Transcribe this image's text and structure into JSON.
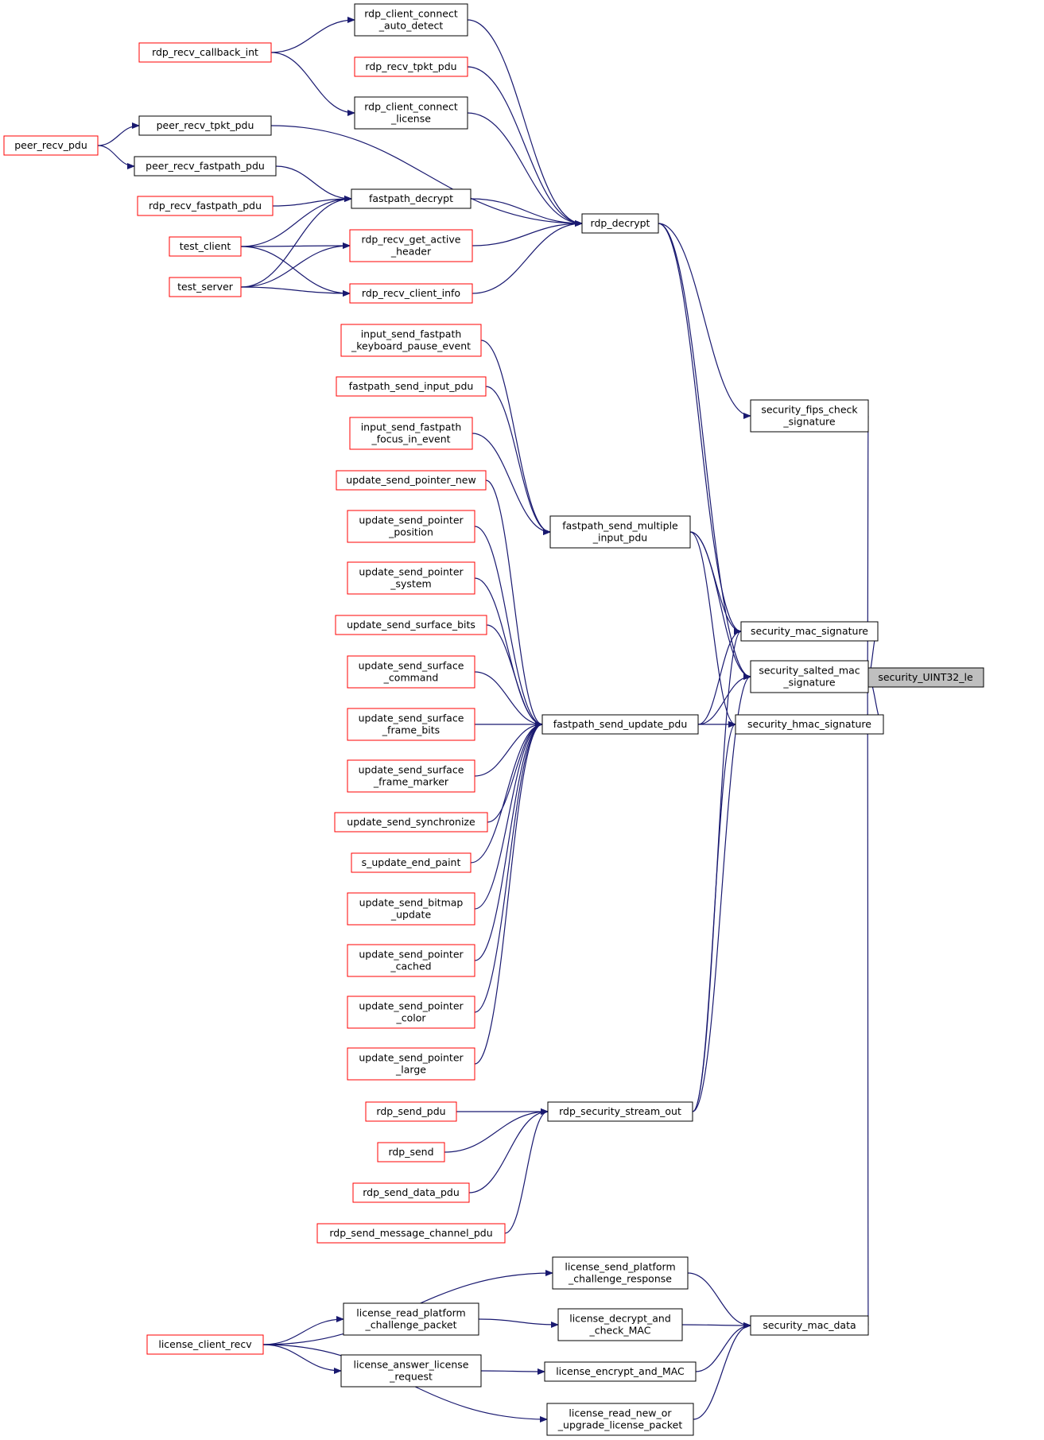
{
  "colors": {
    "edge": "#191970",
    "border_default": "#000000",
    "border_truncated": "#ff0000",
    "highlight_fill": "#bfbfbf",
    "node_fill": "#ffffff"
  },
  "nodes": [
    {
      "id": "uint32",
      "lines": [
        "security_UINT32_le"
      ],
      "style": "highlight"
    },
    {
      "id": "fips",
      "lines": [
        "security_fips_check",
        "_signature"
      ],
      "style": "normal"
    },
    {
      "id": "mac_sig",
      "lines": [
        "security_mac_signature"
      ],
      "style": "normal"
    },
    {
      "id": "salted",
      "lines": [
        "security_salted_mac",
        "_signature"
      ],
      "style": "normal"
    },
    {
      "id": "hmac",
      "lines": [
        "security_hmac_signature"
      ],
      "style": "normal"
    },
    {
      "id": "mac_data",
      "lines": [
        "security_mac_data"
      ],
      "style": "normal"
    },
    {
      "id": "rdp_decrypt",
      "lines": [
        "rdp_decrypt"
      ],
      "style": "normal"
    },
    {
      "id": "fp_multi",
      "lines": [
        "fastpath_send_multiple",
        "_input_pdu"
      ],
      "style": "normal"
    },
    {
      "id": "fp_update",
      "lines": [
        "fastpath_send_update_pdu"
      ],
      "style": "normal"
    },
    {
      "id": "sec_out",
      "lines": [
        "rdp_security_stream_out"
      ],
      "style": "normal"
    },
    {
      "id": "auto_detect",
      "lines": [
        "rdp_client_connect",
        "_auto_detect"
      ],
      "style": "normal"
    },
    {
      "id": "tpkt",
      "lines": [
        "rdp_recv_tpkt_pdu"
      ],
      "style": "trunc"
    },
    {
      "id": "cc_license",
      "lines": [
        "rdp_client_connect",
        "_license"
      ],
      "style": "normal"
    },
    {
      "id": "fp_decrypt",
      "lines": [
        "fastpath_decrypt"
      ],
      "style": "normal"
    },
    {
      "id": "get_active",
      "lines": [
        "rdp_recv_get_active",
        "_header"
      ],
      "style": "trunc"
    },
    {
      "id": "client_info",
      "lines": [
        "rdp_recv_client_info"
      ],
      "style": "trunc"
    },
    {
      "id": "callback_int",
      "lines": [
        "rdp_recv_callback_int"
      ],
      "style": "trunc"
    },
    {
      "id": "peer_tpkt",
      "lines": [
        "peer_recv_tpkt_pdu"
      ],
      "style": "normal"
    },
    {
      "id": "peer_pdu",
      "lines": [
        "peer_recv_pdu"
      ],
      "style": "trunc"
    },
    {
      "id": "peer_fp",
      "lines": [
        "peer_recv_fastpath_pdu"
      ],
      "style": "normal"
    },
    {
      "id": "rdp_fp",
      "lines": [
        "rdp_recv_fastpath_pdu"
      ],
      "style": "trunc"
    },
    {
      "id": "test_client",
      "lines": [
        "test_client"
      ],
      "style": "trunc"
    },
    {
      "id": "test_server",
      "lines": [
        "test_server"
      ],
      "style": "trunc"
    },
    {
      "id": "kbd_pause",
      "lines": [
        "input_send_fastpath",
        "_keyboard_pause_event"
      ],
      "style": "trunc"
    },
    {
      "id": "fp_input",
      "lines": [
        "fastpath_send_input_pdu"
      ],
      "style": "trunc"
    },
    {
      "id": "focus_in",
      "lines": [
        "input_send_fastpath",
        "_focus_in_event"
      ],
      "style": "trunc"
    },
    {
      "id": "ptr_new",
      "lines": [
        "update_send_pointer_new"
      ],
      "style": "trunc"
    },
    {
      "id": "ptr_pos",
      "lines": [
        "update_send_pointer",
        "_position"
      ],
      "style": "trunc"
    },
    {
      "id": "ptr_sys",
      "lines": [
        "update_send_pointer",
        "_system"
      ],
      "style": "trunc"
    },
    {
      "id": "surf_bits",
      "lines": [
        "update_send_surface_bits"
      ],
      "style": "trunc"
    },
    {
      "id": "surf_cmd",
      "lines": [
        "update_send_surface",
        "_command"
      ],
      "style": "trunc"
    },
    {
      "id": "surf_frame",
      "lines": [
        "update_send_surface",
        "_frame_bits"
      ],
      "style": "trunc"
    },
    {
      "id": "surf_marker",
      "lines": [
        "update_send_surface",
        "_frame_marker"
      ],
      "style": "trunc"
    },
    {
      "id": "sync",
      "lines": [
        "update_send_synchronize"
      ],
      "style": "trunc"
    },
    {
      "id": "end_paint",
      "lines": [
        "s_update_end_paint"
      ],
      "style": "trunc"
    },
    {
      "id": "bitmap",
      "lines": [
        "update_send_bitmap",
        "_update"
      ],
      "style": "trunc"
    },
    {
      "id": "ptr_cached",
      "lines": [
        "update_send_pointer",
        "_cached"
      ],
      "style": "trunc"
    },
    {
      "id": "ptr_color",
      "lines": [
        "update_send_pointer",
        "_color"
      ],
      "style": "trunc"
    },
    {
      "id": "ptr_large",
      "lines": [
        "update_send_pointer",
        "_large"
      ],
      "style": "trunc"
    },
    {
      "id": "send_pdu",
      "lines": [
        "rdp_send_pdu"
      ],
      "style": "trunc"
    },
    {
      "id": "rdp_send",
      "lines": [
        "rdp_send"
      ],
      "style": "trunc"
    },
    {
      "id": "send_data",
      "lines": [
        "rdp_send_data_pdu"
      ],
      "style": "trunc"
    },
    {
      "id": "send_msg",
      "lines": [
        "rdp_send_message_channel_pdu"
      ],
      "style": "trunc"
    },
    {
      "id": "lic_platform_resp",
      "lines": [
        "license_send_platform",
        "_challenge_response"
      ],
      "style": "normal"
    },
    {
      "id": "lic_decrypt",
      "lines": [
        "license_decrypt_and",
        "_check_MAC"
      ],
      "style": "normal"
    },
    {
      "id": "lic_encrypt",
      "lines": [
        "license_encrypt_and_MAC"
      ],
      "style": "normal"
    },
    {
      "id": "lic_new",
      "lines": [
        "license_read_new_or",
        "_upgrade_license_packet"
      ],
      "style": "normal"
    },
    {
      "id": "lic_read_platform",
      "lines": [
        "license_read_platform",
        "_challenge_packet"
      ],
      "style": "normal"
    },
    {
      "id": "lic_answer",
      "lines": [
        "license_answer_license",
        "_request"
      ],
      "style": "normal"
    },
    {
      "id": "lic_client_recv",
      "lines": [
        "license_client_recv"
      ],
      "style": "trunc"
    }
  ],
  "edges": [
    [
      "fips",
      "uint32"
    ],
    [
      "mac_sig",
      "uint32"
    ],
    [
      "salted",
      "uint32"
    ],
    [
      "hmac",
      "uint32"
    ],
    [
      "mac_data",
      "uint32"
    ],
    [
      "rdp_decrypt",
      "fips"
    ],
    [
      "rdp_decrypt",
      "mac_sig"
    ],
    [
      "rdp_decrypt",
      "salted"
    ],
    [
      "fp_multi",
      "mac_sig"
    ],
    [
      "fp_multi",
      "salted"
    ],
    [
      "fp_multi",
      "hmac"
    ],
    [
      "fp_update",
      "mac_sig"
    ],
    [
      "fp_update",
      "salted"
    ],
    [
      "fp_update",
      "hmac"
    ],
    [
      "sec_out",
      "mac_sig"
    ],
    [
      "sec_out",
      "salted"
    ],
    [
      "sec_out",
      "hmac"
    ],
    [
      "auto_detect",
      "rdp_decrypt"
    ],
    [
      "tpkt",
      "rdp_decrypt"
    ],
    [
      "cc_license",
      "rdp_decrypt"
    ],
    [
      "peer_tpkt",
      "rdp_decrypt"
    ],
    [
      "fp_decrypt",
      "rdp_decrypt"
    ],
    [
      "get_active",
      "rdp_decrypt"
    ],
    [
      "client_info",
      "rdp_decrypt"
    ],
    [
      "callback_int",
      "auto_detect"
    ],
    [
      "callback_int",
      "cc_license"
    ],
    [
      "peer_pdu",
      "peer_tpkt"
    ],
    [
      "peer_pdu",
      "peer_fp"
    ],
    [
      "peer_fp",
      "fp_decrypt"
    ],
    [
      "rdp_fp",
      "fp_decrypt"
    ],
    [
      "test_client",
      "fp_decrypt"
    ],
    [
      "test_server",
      "fp_decrypt"
    ],
    [
      "test_client",
      "get_active"
    ],
    [
      "test_server",
      "get_active"
    ],
    [
      "test_client",
      "client_info"
    ],
    [
      "test_server",
      "client_info"
    ],
    [
      "kbd_pause",
      "fp_multi"
    ],
    [
      "fp_input",
      "fp_multi"
    ],
    [
      "focus_in",
      "fp_multi"
    ],
    [
      "ptr_new",
      "fp_update"
    ],
    [
      "ptr_pos",
      "fp_update"
    ],
    [
      "ptr_sys",
      "fp_update"
    ],
    [
      "surf_bits",
      "fp_update"
    ],
    [
      "surf_cmd",
      "fp_update"
    ],
    [
      "surf_frame",
      "fp_update"
    ],
    [
      "surf_marker",
      "fp_update"
    ],
    [
      "sync",
      "fp_update"
    ],
    [
      "end_paint",
      "fp_update"
    ],
    [
      "bitmap",
      "fp_update"
    ],
    [
      "ptr_cached",
      "fp_update"
    ],
    [
      "ptr_color",
      "fp_update"
    ],
    [
      "ptr_large",
      "fp_update"
    ],
    [
      "send_pdu",
      "sec_out"
    ],
    [
      "rdp_send",
      "sec_out"
    ],
    [
      "send_data",
      "sec_out"
    ],
    [
      "send_msg",
      "sec_out"
    ],
    [
      "lic_platform_resp",
      "mac_data"
    ],
    [
      "lic_decrypt",
      "mac_data"
    ],
    [
      "lic_encrypt",
      "mac_data"
    ],
    [
      "lic_new",
      "mac_data"
    ],
    [
      "lic_client_recv",
      "lic_platform_resp"
    ],
    [
      "lic_client_recv",
      "lic_read_platform"
    ],
    [
      "lic_client_recv",
      "lic_answer"
    ],
    [
      "lic_client_recv",
      "lic_new"
    ],
    [
      "lic_read_platform",
      "lic_decrypt"
    ],
    [
      "lic_answer",
      "lic_encrypt"
    ]
  ]
}
